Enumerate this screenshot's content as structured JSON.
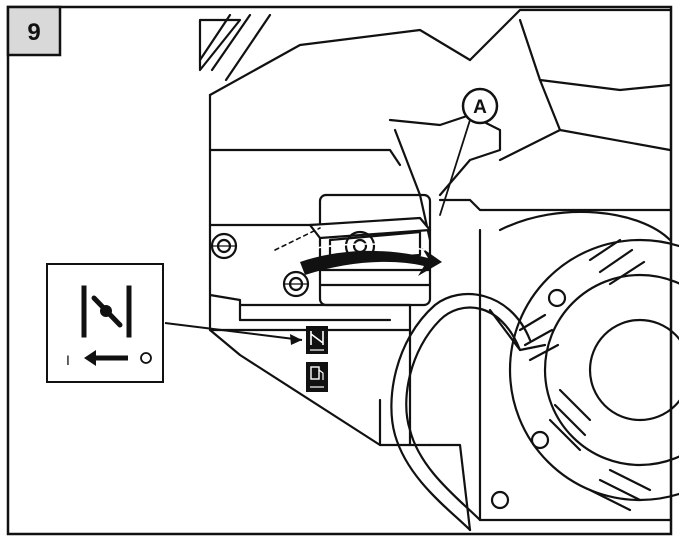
{
  "figure": {
    "step_number": "9",
    "callout_letter": "A",
    "inset_labels": {
      "left_mark": "I",
      "right_mark": "O"
    }
  },
  "colors": {
    "ink": "#111111",
    "badge_bg": "#d9d9d9",
    "paper": "#ffffff"
  },
  "icons": [
    "choke-symbol-icon",
    "fuel-valve-icon",
    "arrow-left-icon",
    "rotation-arrow-icon"
  ]
}
